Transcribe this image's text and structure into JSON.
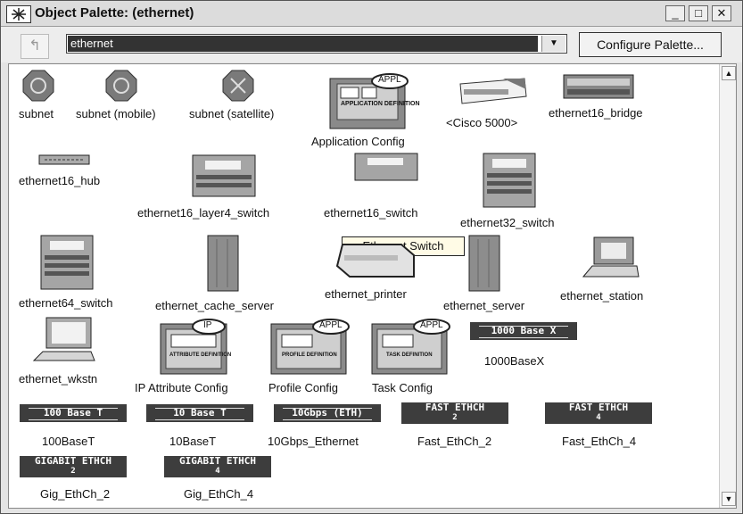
{
  "window": {
    "title": "Object Palette: (ethernet)",
    "min": "_",
    "max": "□",
    "close": "✕"
  },
  "toolbar": {
    "up_icon": "up-arrow-icon",
    "combo_value": "ethernet",
    "configure_label": "Configure Palette..."
  },
  "tooltip": "Ethernet Switch",
  "items": {
    "subnet": "subnet",
    "subnet_mobile": "subnet (mobile)",
    "subnet_satellite": "subnet (satellite)",
    "app_config": "Application Config",
    "cisco5000": "<Cisco 5000>",
    "eth16_bridge": "ethernet16_bridge",
    "eth16_hub": "ethernet16_hub",
    "eth16_l4": "ethernet16_layer4_switch",
    "eth16_switch": "ethernet16_switch",
    "eth32_switch": "ethernet32_switch",
    "eth64_switch": "ethernet64_switch",
    "eth_cache": "ethernet_cache_server",
    "eth_printer": "ethernet_printer",
    "eth_server": "ethernet_server",
    "eth_station": "ethernet_station",
    "eth_wkstn": "ethernet_wkstn",
    "ip_config": "IP Attribute Config",
    "profile_config": "Profile Config",
    "task_config": "Task Config",
    "b1000": "1000BaseX",
    "b100": "100BaseT",
    "b10": "10BaseT",
    "g10": "10Gbps_Ethernet",
    "fe2": "Fast_EthCh_2",
    "fe4": "Fast_EthCh_4",
    "ge2": "Gig_EthCh_2",
    "ge4": "Gig_EthCh_4"
  },
  "badges": {
    "appl": "APPL",
    "ip": "IP",
    "app_def": "APPLICATION DEFINITION",
    "attr_def": "ATTRIBUTE DEFINITION",
    "profile_def": "PROFILE DEFINITION",
    "task_def": "TASK DEFINITION"
  },
  "links": {
    "b1000": "1000 Base X",
    "b100": "100 Base T",
    "b10": "10 Base T",
    "g10": "10Gbps (ETH)",
    "fe2": "FAST ETHCH",
    "fe4": "FAST ETHCH",
    "ge2": "GIGABIT ETHCH",
    "ge4": "GIGABIT ETHCH",
    "n2": "2",
    "n4": "4"
  }
}
